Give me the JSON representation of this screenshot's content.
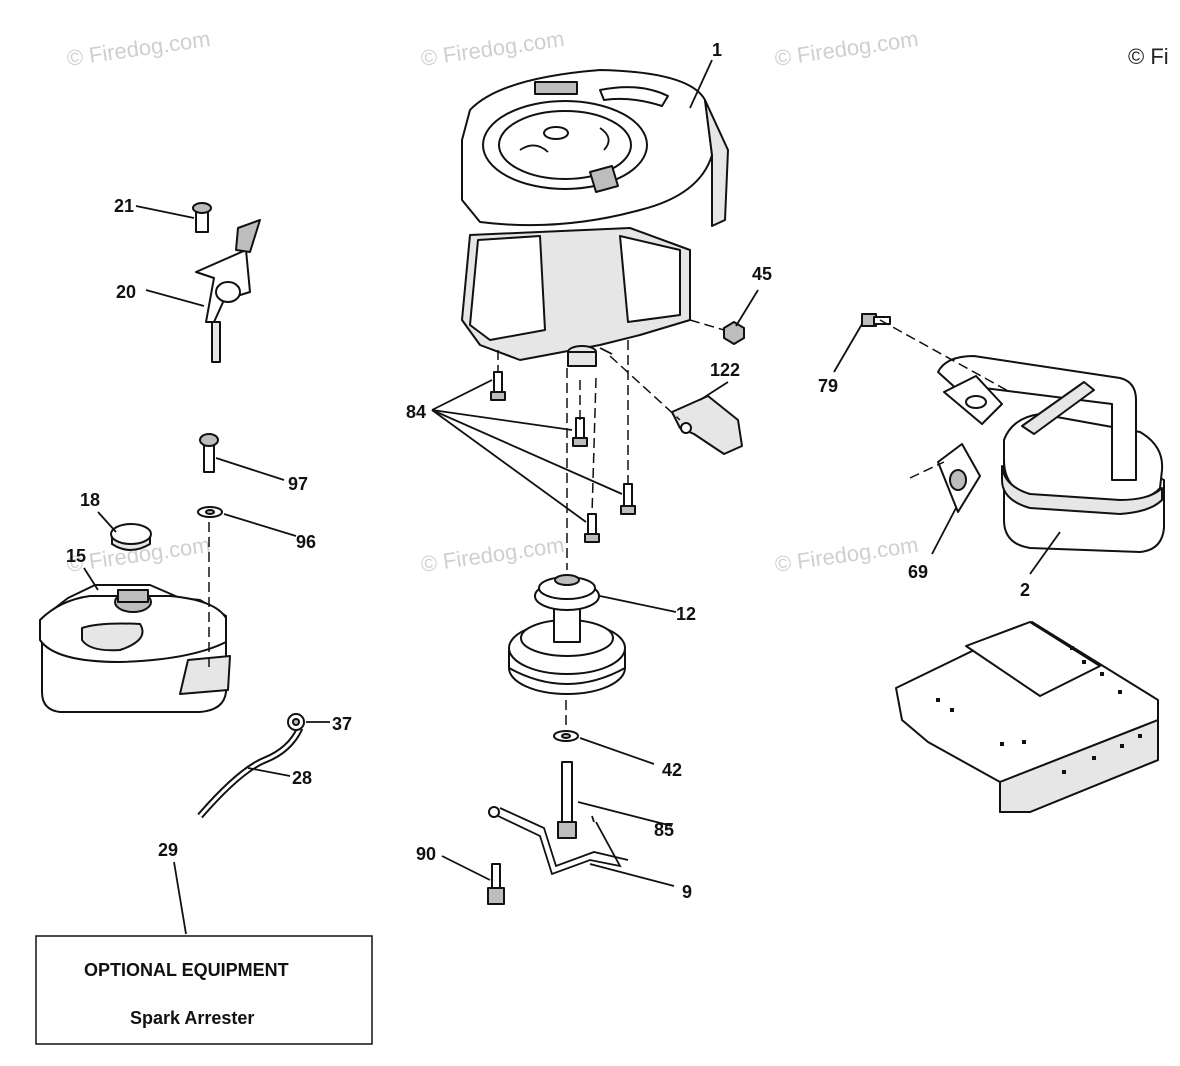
{
  "watermark": "© Firedog.com",
  "copyright_corner": "© Fi",
  "callouts": {
    "c1": "1",
    "c2": "2",
    "c9": "9",
    "c12": "12",
    "c15": "15",
    "c18": "18",
    "c20": "20",
    "c21": "21",
    "c28": "28",
    "c29": "29",
    "c37": "37",
    "c42": "42",
    "c45": "45",
    "c69": "69",
    "c79": "79",
    "c84": "84",
    "c85": "85",
    "c90": "90",
    "c96": "96",
    "c97": "97",
    "c122": "122"
  },
  "optional_box": {
    "title": "OPTIONAL EQUIPMENT",
    "item": "Spark Arrester"
  }
}
